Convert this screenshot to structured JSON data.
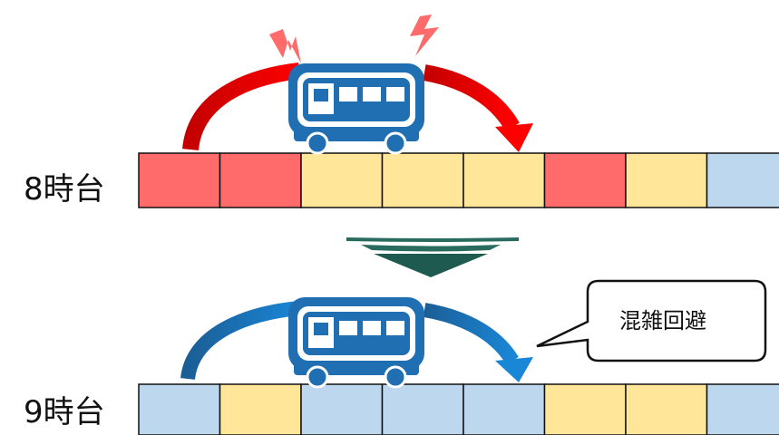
{
  "rows": [
    {
      "label": "8時台",
      "cells": [
        "red",
        "red",
        "yellow",
        "yellow",
        "yellow",
        "red",
        "yellow",
        "blue"
      ]
    },
    {
      "label": "9時台",
      "cells": [
        "blue",
        "yellow",
        "blue",
        "blue",
        "blue",
        "yellow",
        "yellow",
        "blue"
      ]
    }
  ],
  "callout": {
    "text": "混雑回避"
  },
  "colors": {
    "red": "#ff6b6b",
    "yellow": "#ffe699",
    "blue": "#bdd7ee",
    "train": "#1f6fb2",
    "arrow_red": "#e00000",
    "arrow_blue": "#1f6fb2",
    "transition_arrow": "#1e5a50",
    "spark": "#ff6b6b"
  },
  "icons": [
    "train-icon",
    "lightning-icon",
    "down-arrow-icon",
    "curved-arrow-icon"
  ]
}
